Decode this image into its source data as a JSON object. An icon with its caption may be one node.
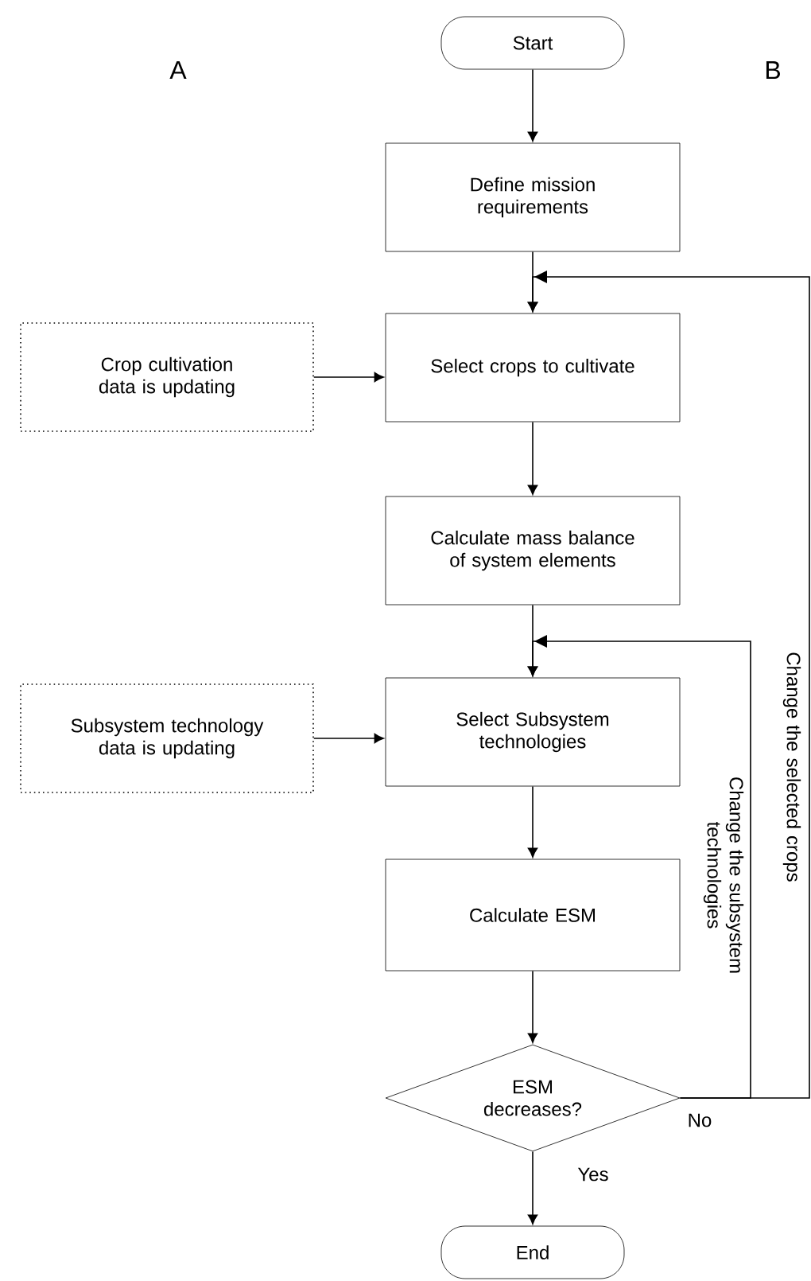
{
  "diagram": {
    "nodes": [
      {
        "text": [
          "Start"
        ]
      },
      {
        "text": [
          "Define mission requirements"
        ]
      },
      {
        "text": [
          "Crop cultivation data is updating"
        ]
      },
      {
        "text": [
          "Select crops to cultivate"
        ]
      },
      {
        "text": [
          "Calculate mass balance of system elements"
        ]
      },
      {
        "text": [
          "Subsystem technology data is updating"
        ]
      },
      {
        "text": [
          "Select Subsystem technologies"
        ]
      },
      {
        "text": [
          "Calculate ESM"
        ]
      },
      {
        "text": [
          "ESM decreases?"
        ]
      },
      {
        "text": [
          "End"
        ]
      }
    ],
    "edges": [
      {
        "from": 0,
        "to": 1,
        "arrow": "to"
      },
      {
        "from": 1,
        "to": 3,
        "arrow": "to"
      },
      {
        "from": 2,
        "to": 3,
        "arrow": "to"
      },
      {
        "from": 3,
        "to": 4,
        "arrow": "to"
      },
      {
        "from": 4,
        "to": 6,
        "arrow": "to"
      },
      {
        "from": 5,
        "to": 6,
        "arrow": "to"
      },
      {
        "from": 6,
        "to": 7,
        "arrow": "to"
      },
      {
        "from": 7,
        "to": 8,
        "arrow": "to"
      },
      {
        "from": 8,
        "to": 9,
        "arrow": "to",
        "label": "Yes"
      },
      {
        "from": 8,
        "to": 6,
        "arrow": "to",
        "label": "Change the subsystem technologies"
      },
      {
        "from": 8,
        "to": 3,
        "arrow": "to",
        "label": "Change the selected crops"
      }
    ],
    "labels": [
      "A",
      "B",
      "No"
    ]
  }
}
